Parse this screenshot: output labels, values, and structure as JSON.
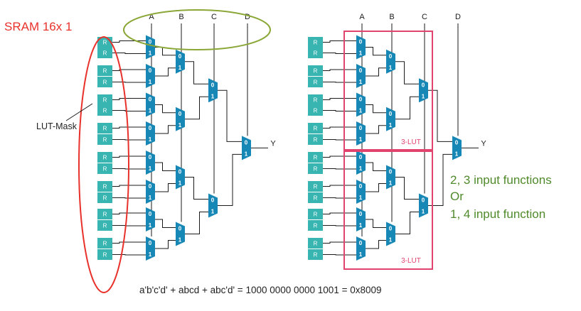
{
  "title_left": "SRAM 16x 1",
  "lut_mask_label": "LUT-Mask",
  "cell_label": "R",
  "mux_in0": "0",
  "mux_in1": "1",
  "inputs": [
    "A",
    "B",
    "C",
    "D"
  ],
  "output": "Y",
  "lut_label": "3-LUT",
  "note": [
    "2, 3 input functions",
    "Or",
    "1, 4 input function"
  ],
  "equation": "a'b'c'd' + abcd + abc'd' = 1000 0000 0000 1001 = 0x8009",
  "colors": {
    "cell": "#38b5b0",
    "mux": "#1787b5",
    "red": "#e8312b",
    "green_ellipse": "#8aa737",
    "lut_box": "#e0446e",
    "note": "#4f8a2b"
  }
}
